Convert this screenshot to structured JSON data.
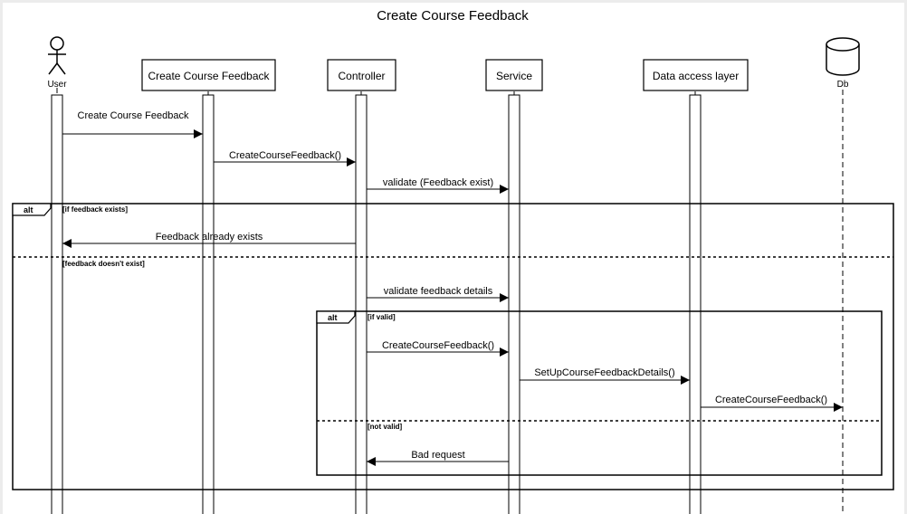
{
  "diagram": {
    "title": "Create Course Feedback",
    "participants": {
      "user": "User",
      "ui": "Create Course Feedback",
      "controller": "Controller",
      "service": "Service",
      "dal": "Data access layer",
      "db": "Db"
    },
    "messages": {
      "m1": "Create Course Feedback",
      "m2": "CreateCourseFeedback()",
      "m3": "validate (Feedback exist)",
      "m4": "Feedback already exists",
      "m5": "validate feedback details",
      "m6": "CreateCourseFeedback()",
      "m7": "SetUpCourseFeedbackDetails()",
      "m8": "CreateCourseFeedback()",
      "m9": "Bad request"
    },
    "fragments": {
      "outer": {
        "operator": "alt",
        "guard1": "[if feedback exists]",
        "guard2": "[feedback doesn't exist]"
      },
      "inner": {
        "operator": "alt",
        "guard1": "[if valid]",
        "guard2": "[not valid]"
      }
    }
  }
}
